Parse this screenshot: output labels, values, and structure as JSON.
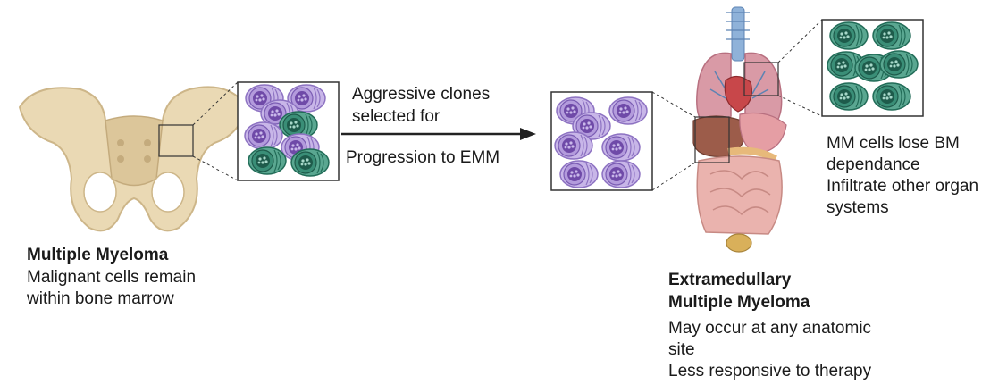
{
  "left": {
    "title": "Multiple Myeloma",
    "desc_line1": "Malignant cells remain",
    "desc_line2": "within bone marrow"
  },
  "arrow": {
    "top_line1": "Aggressive clones",
    "top_line2": "selected for",
    "bottom": "Progression to EMM"
  },
  "right": {
    "title_line1": "Extramedullary",
    "title_line2": "Multiple Myeloma",
    "desc_line1": "May occur at any anatomic",
    "desc_line2": "site",
    "desc_line3": "Less responsive to therapy"
  },
  "organ_note": {
    "line1": "MM cells lose BM",
    "line2": "dependance",
    "line3": "Infiltrate other organ",
    "line4": "systems"
  },
  "colors": {
    "bone": "#ead9b4",
    "bone_shade": "#d9c294",
    "purple_cell": "#b9a3df",
    "purple_core": "#6f4aa8",
    "green_cell": "#2f8a73",
    "green_core": "#1e5b4b",
    "arrow": "#222222"
  },
  "icons": [
    "pelvis-icon",
    "cell-cluster-icon",
    "human-organs-icon",
    "arrow-icon"
  ]
}
